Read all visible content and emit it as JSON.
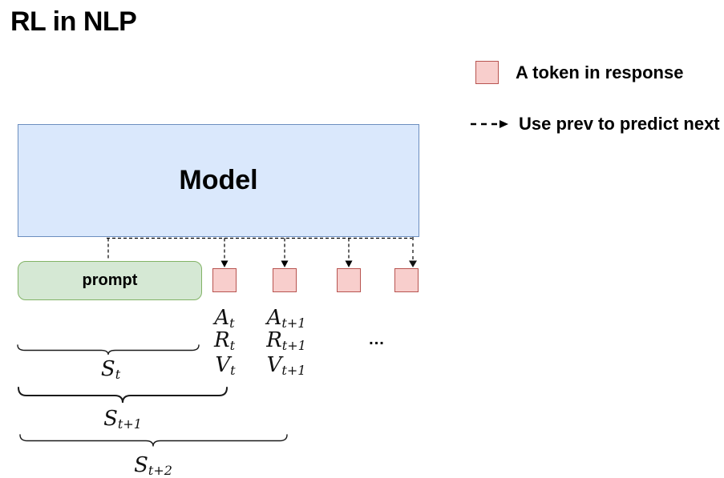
{
  "title": "RL in NLP",
  "legend": {
    "items": [
      {
        "type": "swatch",
        "label": "A token in response"
      },
      {
        "type": "dashed-arrow",
        "label": "Use prev to predict next"
      }
    ]
  },
  "model": {
    "label": "Model"
  },
  "prompt": {
    "label": "prompt"
  },
  "tokens": {
    "count": 4
  },
  "annotations": {
    "a_t": {
      "base": "A",
      "sub": "t"
    },
    "a_t1": {
      "base": "A",
      "sub": "t+1"
    },
    "r_t": {
      "base": "R",
      "sub": "t"
    },
    "r_t1": {
      "base": "R",
      "sub": "t+1"
    },
    "v_t": {
      "base": "V",
      "sub": "t"
    },
    "v_t1": {
      "base": "V",
      "sub": "t+1"
    },
    "ellipsis": "..."
  },
  "braces": {
    "s_t": {
      "base": "S",
      "sub": "t"
    },
    "s_t1": {
      "base": "S",
      "sub": "t+1"
    },
    "s_t2": {
      "base": "S",
      "sub": "t+2"
    }
  },
  "colors": {
    "model_fill": "#dae8fc",
    "model_border": "#6c8ebf",
    "prompt_fill": "#d5e8d4",
    "prompt_border": "#82b366",
    "token_fill": "#f8cecc",
    "token_border": "#b85450",
    "connector": "#000000",
    "connector_last": "#666666"
  }
}
